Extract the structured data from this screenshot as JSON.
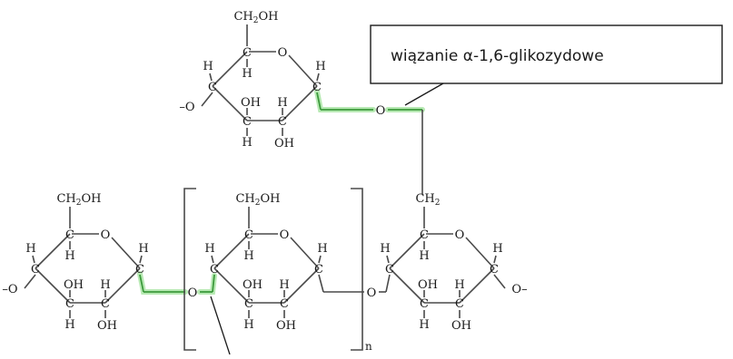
{
  "callout": {
    "label": "wiązanie α-1,6-glikozydowe"
  },
  "atoms": {
    "ch2oh": "CH",
    "ch2oh_sub": "2",
    "ch2oh_tail": "OH",
    "ch2": "CH",
    "ch2_sub": "2",
    "c": "C",
    "h": "H",
    "o": "O",
    "oh": "OH",
    "o_left": "–O",
    "o_right": "O–"
  },
  "bracket": {
    "repeat": "n"
  },
  "colors": {
    "bond": "#4a4a4a",
    "glycosidic_highlight": "#9fe29a",
    "glycosidic_bond": "#3c9a3c"
  }
}
